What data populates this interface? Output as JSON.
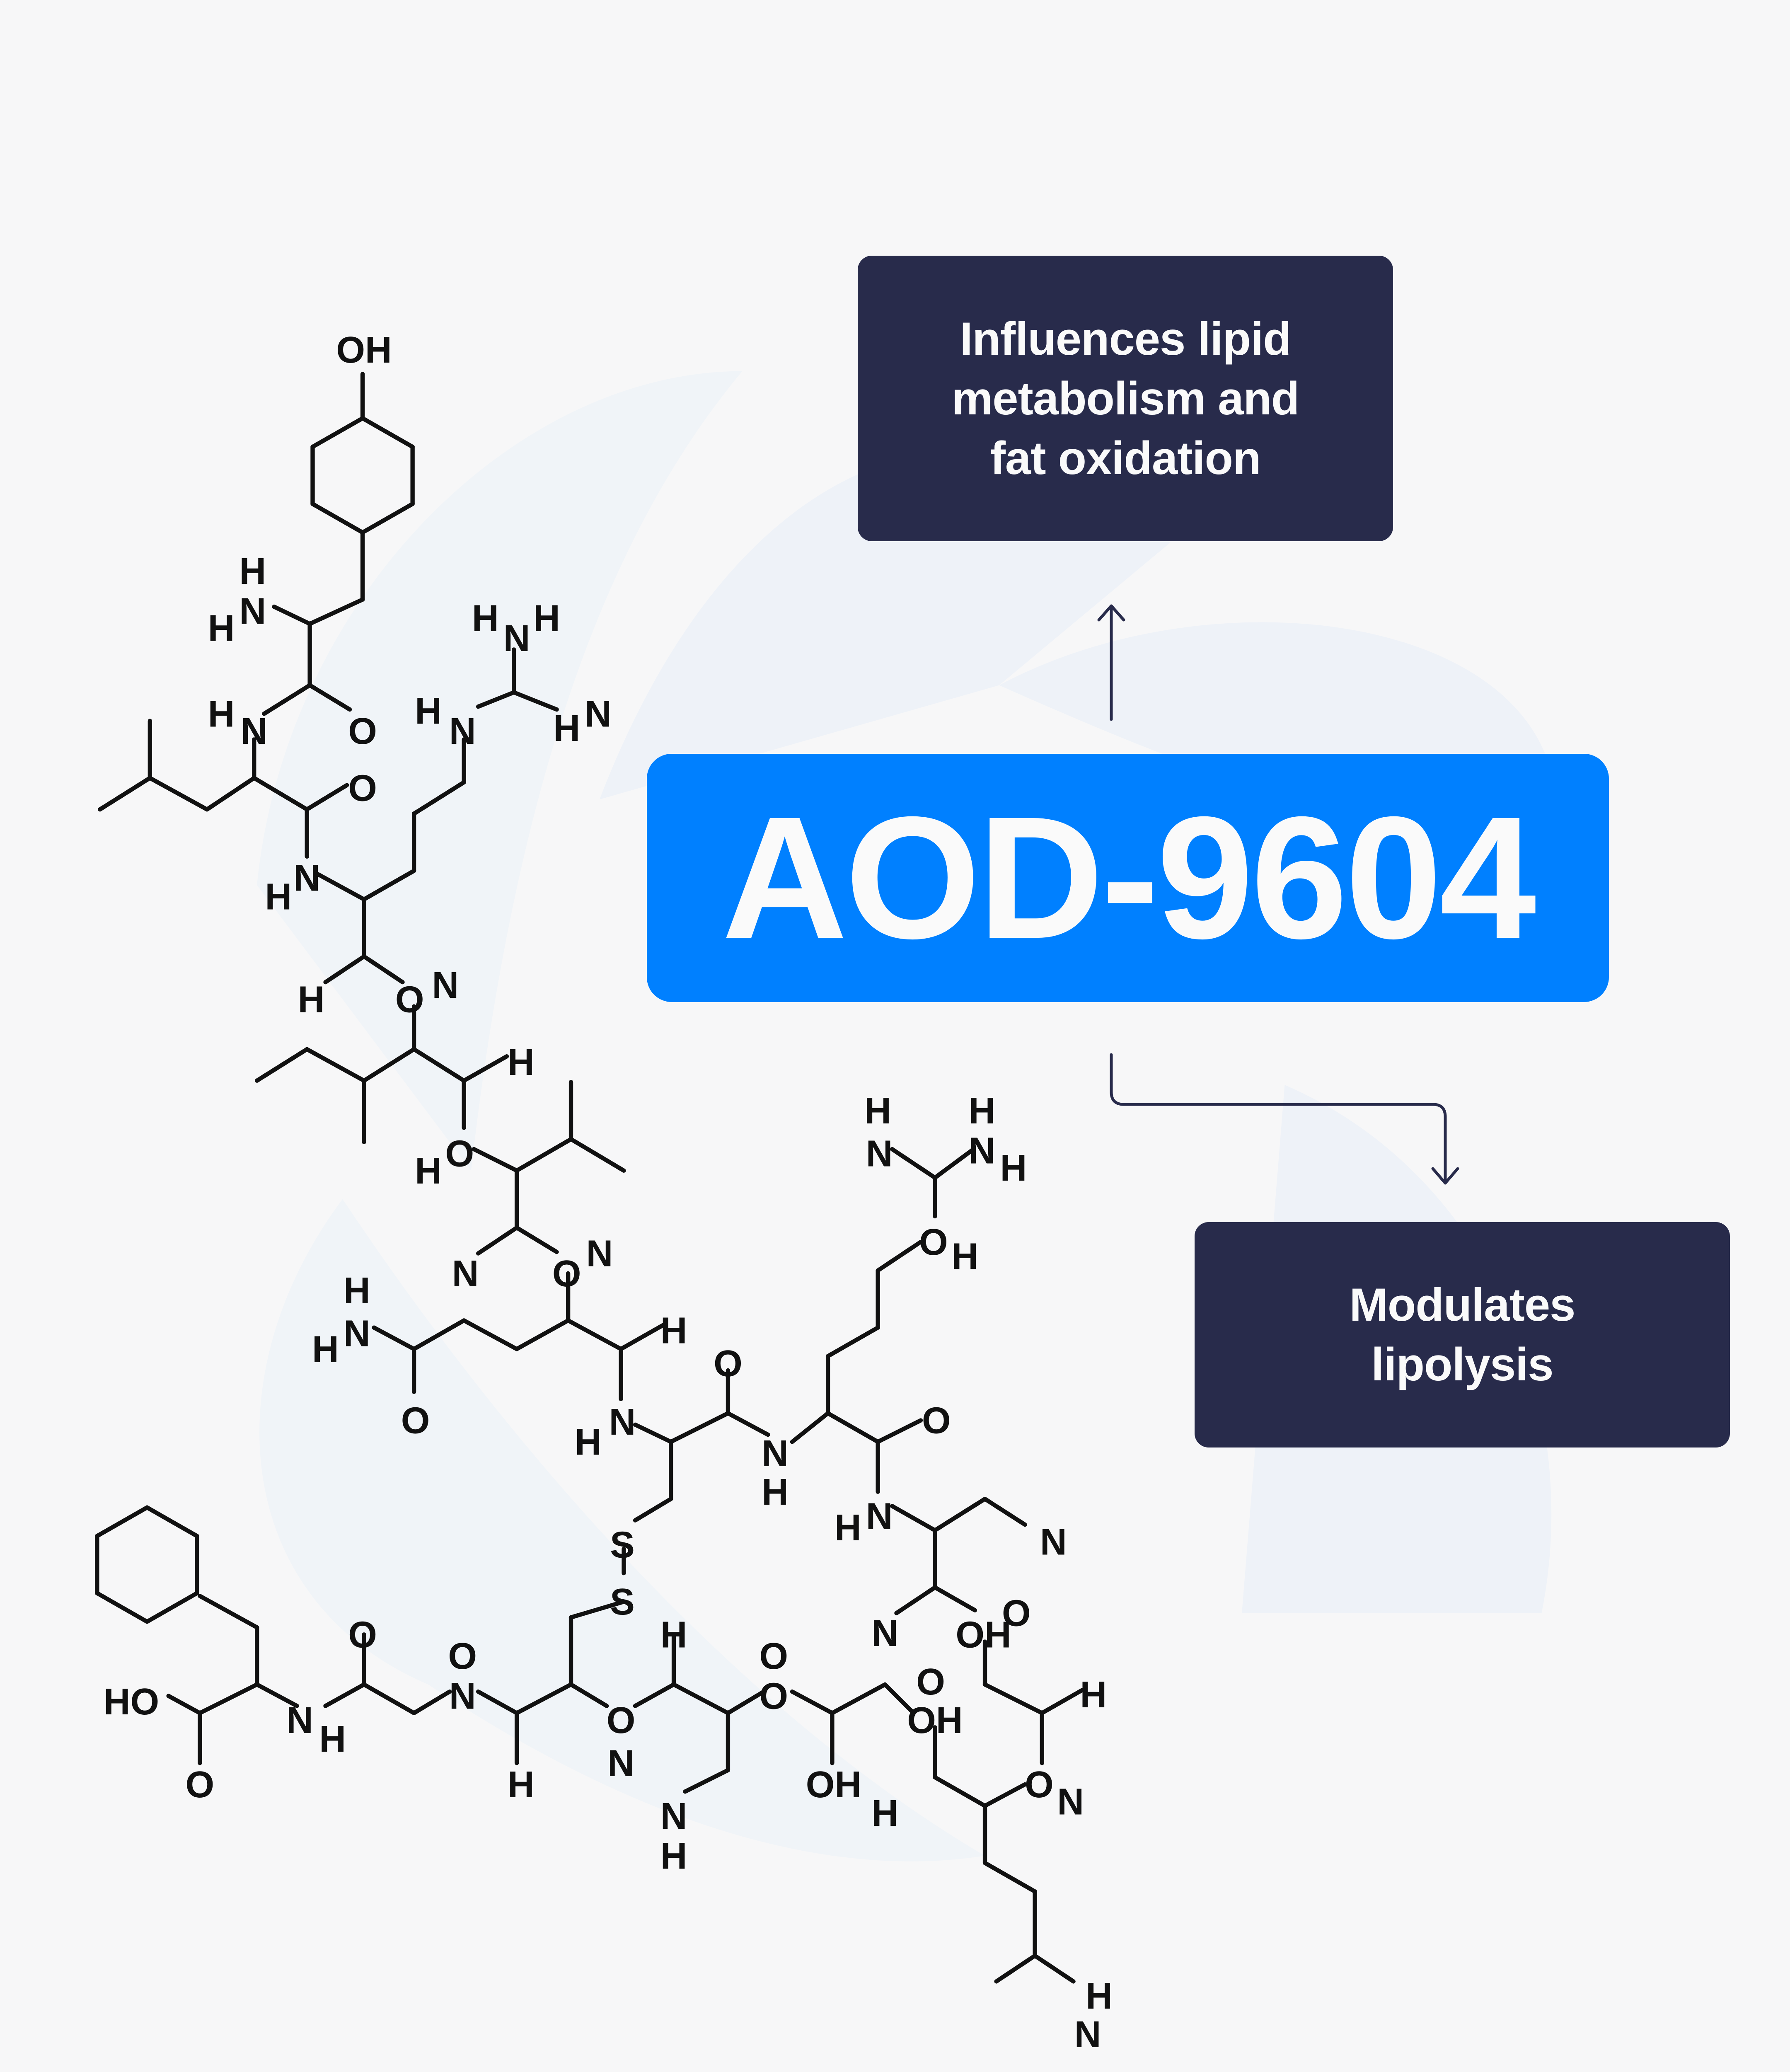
{
  "title": "AOD-9604",
  "effects": [
    {
      "lines": [
        "Influences lipid",
        "metabolism and",
        "fat oxidation"
      ]
    },
    {
      "lines": [
        "Modulates",
        "lipolysis"
      ]
    }
  ],
  "colors": {
    "background": "#f7f7f8",
    "title_box": "#0080ff",
    "effect_box": "#282b4b",
    "text": "#fafafa",
    "arrow": "#282b4b"
  },
  "structure_labels": [
    "OH",
    "H",
    "N",
    "H",
    "O",
    "H",
    "N",
    "O",
    "H",
    "N",
    "H",
    "N",
    "H",
    "H",
    "N",
    "H",
    "N",
    "H",
    "O",
    "N",
    "H",
    "O",
    "H",
    "N",
    "O",
    "N",
    "H",
    "H",
    "N",
    "H",
    "O",
    "N",
    "H",
    "O",
    "S",
    "S",
    "N",
    "H",
    "O",
    "H",
    "N",
    "H",
    "N",
    "H",
    "N",
    "H",
    "O",
    "H",
    "N",
    "OH",
    "O",
    "N",
    "H",
    "O",
    "N",
    "H",
    "O",
    "OH",
    "H",
    "N",
    "O",
    "O",
    "OH",
    "N",
    "H",
    "O",
    "N",
    "H",
    "O",
    "N",
    "H",
    "O",
    "N",
    "H",
    "HO",
    "O"
  ]
}
